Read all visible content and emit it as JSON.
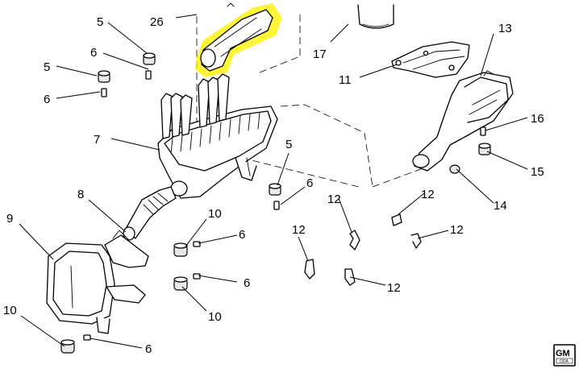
{
  "diagram": {
    "highlight_color": "#fff200",
    "callouts": [
      {
        "id": "c5a",
        "text": "5"
      },
      {
        "id": "c26",
        "text": "26"
      },
      {
        "id": "c17",
        "text": "17"
      },
      {
        "id": "c13",
        "text": "13"
      },
      {
        "id": "c6a",
        "text": "6"
      },
      {
        "id": "c5b",
        "text": "5"
      },
      {
        "id": "c6b",
        "text": "6"
      },
      {
        "id": "c11",
        "text": "11"
      },
      {
        "id": "c7",
        "text": "7"
      },
      {
        "id": "c16",
        "text": "16"
      },
      {
        "id": "c5c",
        "text": "5"
      },
      {
        "id": "c15",
        "text": "15"
      },
      {
        "id": "c6c",
        "text": "6"
      },
      {
        "id": "c8",
        "text": "8"
      },
      {
        "id": "c12a",
        "text": "12"
      },
      {
        "id": "c12b",
        "text": "12"
      },
      {
        "id": "c14",
        "text": "14"
      },
      {
        "id": "c9",
        "text": "9"
      },
      {
        "id": "c10a",
        "text": "10"
      },
      {
        "id": "c6d",
        "text": "6"
      },
      {
        "id": "c12c",
        "text": "12"
      },
      {
        "id": "c12d",
        "text": "12"
      },
      {
        "id": "c6e",
        "text": "6"
      },
      {
        "id": "c12e",
        "text": "12"
      },
      {
        "id": "c10b",
        "text": "10"
      },
      {
        "id": "c10c",
        "text": "10"
      },
      {
        "id": "c6f",
        "text": "6"
      }
    ],
    "logo": {
      "text": "GM",
      "subtext": "ODA"
    }
  }
}
